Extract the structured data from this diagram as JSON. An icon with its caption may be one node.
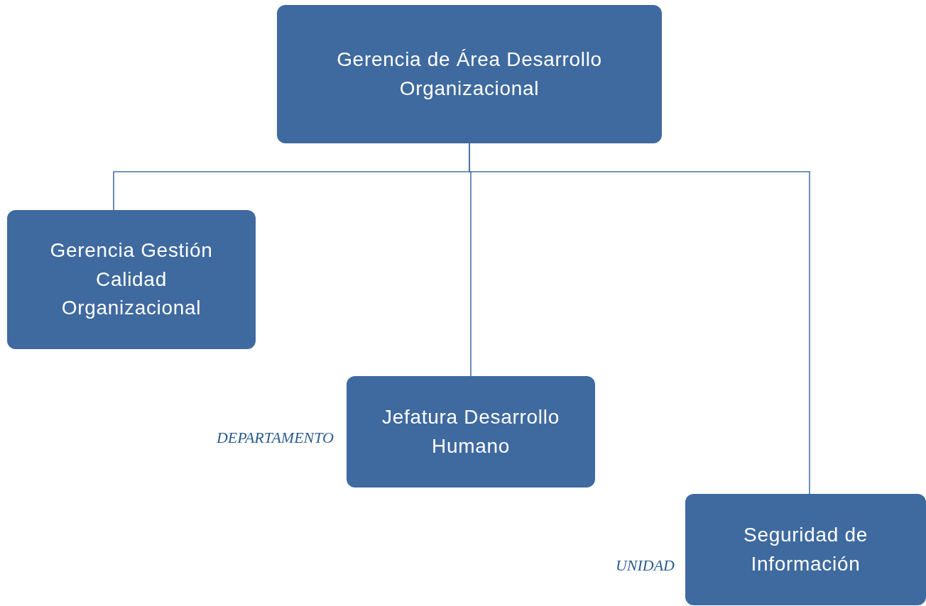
{
  "diagram": {
    "nodes": [
      {
        "text": [
          "Gerencia de Área Desarrollo Organizacional"
        ]
      },
      {
        "text": [
          "Gerencia Gestión Calidad Organizacional"
        ]
      },
      {
        "text": [
          "Jefatura Desarrollo Humano"
        ],
        "beside": [
          "DEPARTAMENTO"
        ]
      },
      {
        "text": [
          "Seguridad de Información"
        ],
        "beside": [
          "UNIDAD"
        ]
      }
    ],
    "edges": [
      {
        "from": 0,
        "to": 1,
        "arrow": "none"
      },
      {
        "from": 0,
        "to": 2,
        "arrow": "none"
      },
      {
        "from": 0,
        "to": 3,
        "arrow": "none"
      }
    ]
  }
}
